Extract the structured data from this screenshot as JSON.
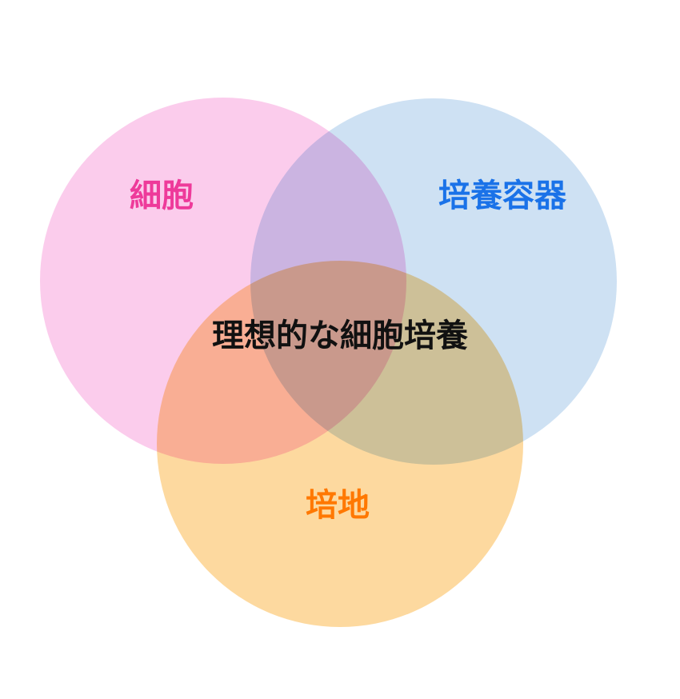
{
  "diagram": {
    "type": "venn",
    "sets": [
      {
        "id": "cells",
        "label": "細胞",
        "fill": "#f9b6e4",
        "label_color": "#ee3a9a"
      },
      {
        "id": "vessel",
        "label": "培養容器",
        "fill": "#b9d4ee",
        "label_color": "#1a72e8"
      },
      {
        "id": "medium",
        "label": "培地",
        "fill": "#fcc46c",
        "label_color": "#ff7800"
      }
    ],
    "center_label": "理想的な細胞培養",
    "center_label_color": "#111111"
  }
}
